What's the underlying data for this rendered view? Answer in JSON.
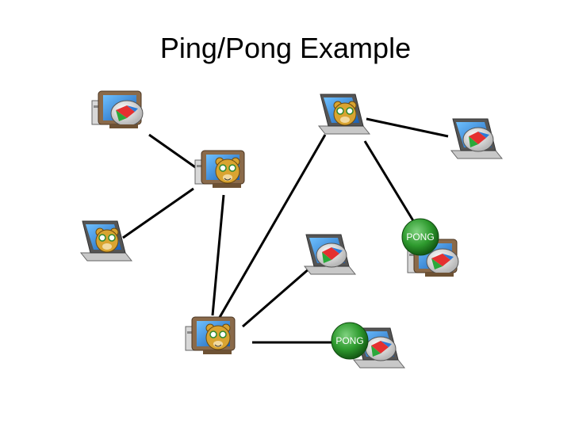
{
  "title": "Ping/Pong Example",
  "messages": [
    {
      "label": "PONG"
    },
    {
      "label": "PONG"
    }
  ],
  "nodes": [
    {
      "icon": "desktop-computer-icon",
      "avatar": "ball-logo-icon"
    },
    {
      "icon": "desktop-computer-icon",
      "avatar": "bear-mascot-icon"
    },
    {
      "icon": "laptop-computer-icon",
      "avatar": "bear-mascot-icon"
    },
    {
      "icon": "laptop-computer-icon",
      "avatar": "bear-mascot-icon"
    },
    {
      "icon": "laptop-computer-icon",
      "avatar": "ball-logo-icon"
    },
    {
      "icon": "laptop-computer-icon",
      "avatar": "ball-logo-icon"
    },
    {
      "icon": "desktop-computer-icon",
      "avatar": "ball-logo-icon"
    },
    {
      "icon": "desktop-computer-icon",
      "avatar": "bear-mascot-icon"
    },
    {
      "icon": "laptop-computer-icon",
      "avatar": "ball-logo-icon"
    }
  ],
  "colors": {
    "link": "#000000",
    "message_globe": "#2e9a2e",
    "monitor_frame": "#8a6a4a",
    "bear": "#d9a431"
  }
}
